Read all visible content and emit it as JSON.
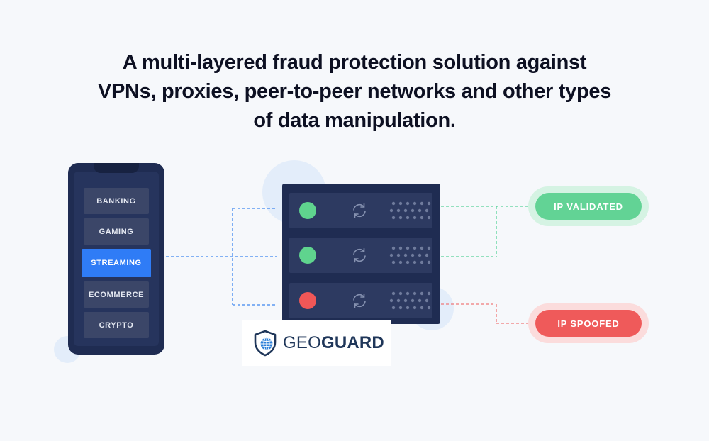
{
  "headline": {
    "line1": "A multi-layered fraud protection solution against",
    "line2": "VPNs, proxies, peer-to-peer networks and other types",
    "line3": "of data manipulation."
  },
  "phone_menu": {
    "items": [
      "BANKING",
      "GAMING",
      "STREAMING",
      "ECOMMERCE",
      "CRYPTO"
    ],
    "active": "STREAMING"
  },
  "servers": [
    {
      "status": "valid",
      "led_color": "#5fd48e"
    },
    {
      "status": "valid",
      "led_color": "#5fd48e"
    },
    {
      "status": "spoofed",
      "led_color": "#f05757"
    }
  ],
  "results": {
    "validated": "IP VALIDATED",
    "spoofed": "IP SPOOFED"
  },
  "logo": {
    "prefix": "GEO",
    "suffix": "GUARD"
  },
  "colors": {
    "accent": "#2f7cf6",
    "valid": "#5fd48e",
    "spoofed": "#f05757",
    "dark": "#1f2c52"
  }
}
